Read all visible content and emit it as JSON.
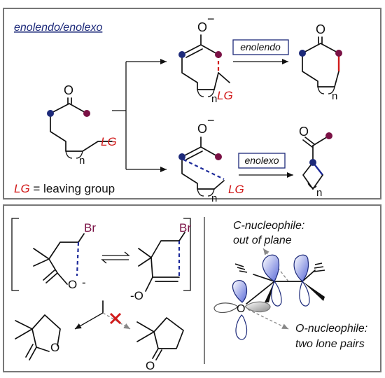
{
  "top_panel": {
    "title": "enolendo/enolexo",
    "reactant": {
      "carbonyl_o": "O",
      "n": "n",
      "lg": "LG"
    },
    "enolendo_path": {
      "o_minus": "O",
      "charge": "−",
      "n": "n",
      "lg": "LG",
      "box_label": "enolendo",
      "product_o": "O",
      "product_n": "n"
    },
    "enolexo_path": {
      "o_minus": "O",
      "charge": "−",
      "n": "n",
      "lg": "LG",
      "box_label": "enolexo",
      "product_o": "O",
      "product_n": "n"
    },
    "legend": {
      "lg": "LG",
      "text": " = leaving group"
    }
  },
  "bottom_left": {
    "left_species": {
      "br": "Br",
      "o": "O",
      "charge": "-"
    },
    "right_species": {
      "br": "Br",
      "o": "O",
      "charge": "-"
    },
    "product_left": {
      "o": "O"
    },
    "product_right": {
      "o": "O"
    }
  },
  "bottom_right": {
    "c_nucleophile": [
      "C-nucleophile:",
      "out of plane"
    ],
    "o_nucleophile": [
      "O-nucleophile:",
      "two lone pairs"
    ],
    "atom_o": "O"
  },
  "colors": {
    "navy": "#1d2a7a",
    "red": "#d11a1a",
    "maroon": "#7a1145",
    "blue_bond": "#1d2a9a",
    "orbital": "#6f7fe0"
  }
}
